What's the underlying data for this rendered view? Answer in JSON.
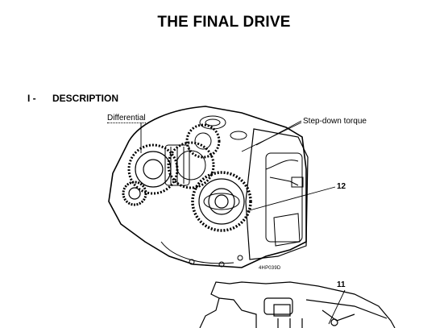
{
  "page": {
    "title": "THE FINAL DRIVE",
    "section": {
      "number": "I -",
      "title": "DESCRIPTION"
    }
  },
  "figure": {
    "labels": {
      "differential": "Differential",
      "step_down": "Step-down torque",
      "callout_12": "12",
      "callout_11": "11"
    },
    "reference_code": "4HP039D",
    "icons": [
      "gearbox-illustration",
      "housing-cross-section-illustration"
    ]
  }
}
